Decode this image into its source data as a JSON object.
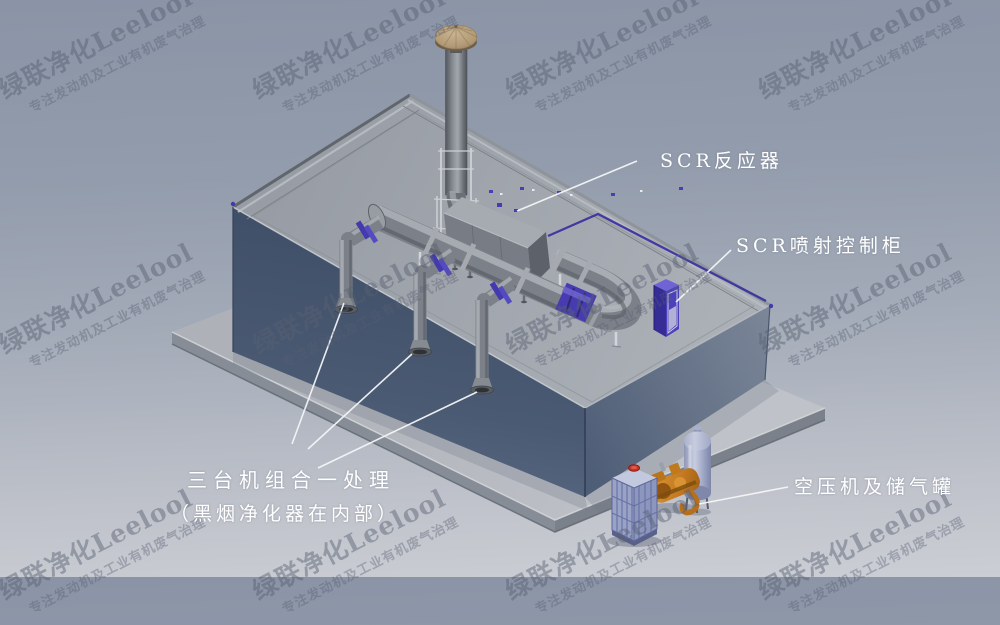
{
  "watermark": {
    "line1": "绿联净化Leelool",
    "line2": "专注发动机及工业有机废气治理"
  },
  "annotations": {
    "scr_reactor": {
      "label": "SCR反应器"
    },
    "scr_injection_cabinet": {
      "label": "SCR喷射控制柜"
    },
    "combined_units": {
      "label": "三台机组合一处理"
    },
    "combined_units_note": {
      "label": "（黑烟净化器在内部）"
    },
    "air_compressor_tank": {
      "label": "空压机及储气罐"
    }
  },
  "colors": {
    "background_top": "#8a94a6",
    "background_bottom": "#cbced4",
    "container_front_face": "#46556e",
    "container_right_face": "#5f6d84",
    "container_roof": "#9ba0a8",
    "ground_platform": "#b2b6bc",
    "pipe_gray": "#7c8189",
    "coupling_purple": "#473caf",
    "cabinet_purple": "#4c41bb",
    "compressor_orange": "#c57a22",
    "air_tank_lavender": "#a3abc8",
    "ibc_tote_blue": "#9aa3c6",
    "rain_cap_tan": "#b29a76",
    "annotation_text": "#ffffff"
  }
}
